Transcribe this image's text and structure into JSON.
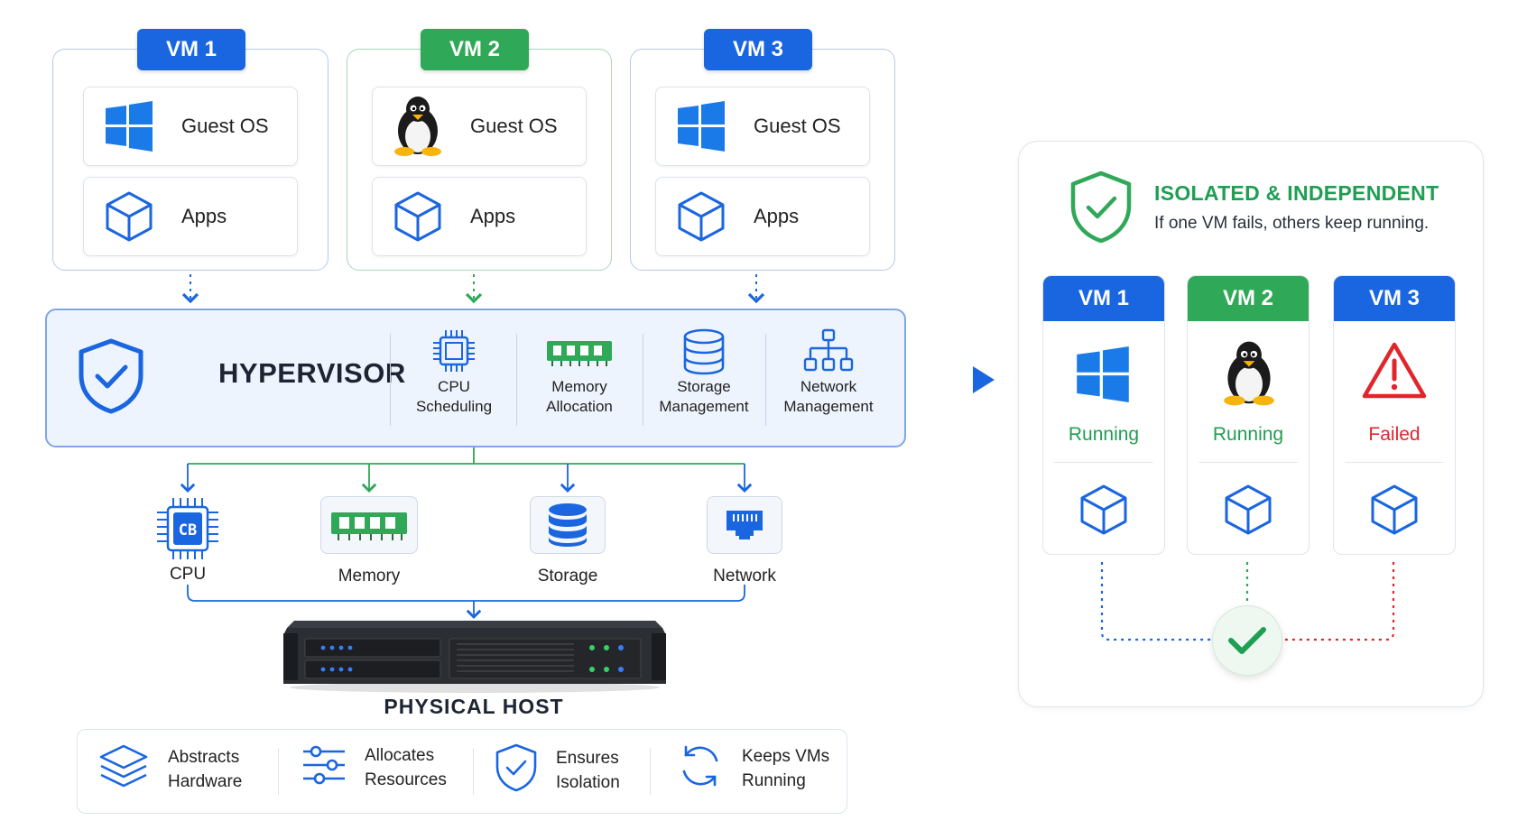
{
  "vms": [
    {
      "tag": "VM 1",
      "os_label": "Guest OS",
      "apps_label": "Apps",
      "os_icon": "windows-logo-icon",
      "color": "#1a66e0"
    },
    {
      "tag": "VM 2",
      "os_label": "Guest OS",
      "apps_label": "Apps",
      "os_icon": "linux-penguin-icon",
      "color": "#2fa857"
    },
    {
      "tag": "VM 3",
      "os_label": "Guest OS",
      "apps_label": "Apps",
      "os_icon": "windows-logo-icon",
      "color": "#1a66e0"
    }
  ],
  "hypervisor": {
    "title": "HYPERVISOR",
    "functions": [
      {
        "label_1": "CPU",
        "label_2": "Scheduling",
        "icon": "cpu-chip-icon"
      },
      {
        "label_1": "Memory",
        "label_2": "Allocation",
        "icon": "memory-module-icon"
      },
      {
        "label_1": "Storage",
        "label_2": "Management",
        "icon": "database-icon"
      },
      {
        "label_1": "Network",
        "label_2": "Management",
        "icon": "network-tree-icon"
      }
    ]
  },
  "resources": [
    {
      "label": "CPU",
      "icon": "cpu-chip-icon"
    },
    {
      "label": "Memory",
      "icon": "memory-module-icon"
    },
    {
      "label": "Storage",
      "icon": "database-icon"
    },
    {
      "label": "Network",
      "icon": "ethernet-port-icon"
    }
  ],
  "host": {
    "title": "PHYSICAL HOST",
    "icon": "rack-server-icon"
  },
  "features": [
    {
      "line_1": "Abstracts",
      "line_2": "Hardware",
      "icon": "layers-icon"
    },
    {
      "line_1": "Allocates",
      "line_2": "Resources",
      "icon": "sliders-icon"
    },
    {
      "line_1": "Ensures",
      "line_2": "Isolation",
      "icon": "shield-check-icon"
    },
    {
      "line_1": "Keeps VMs",
      "line_2": "Running",
      "icon": "refresh-icon"
    }
  ],
  "isolation": {
    "title": "ISOLATED & INDEPENDENT",
    "subtitle": "If one VM fails, others keep running.",
    "vms": [
      {
        "tag": "VM 1",
        "status": "Running",
        "status_color": "#1e9f52",
        "icon": "windows-logo-icon"
      },
      {
        "tag": "VM 2",
        "status": "Running",
        "status_color": "#1e9f52",
        "icon": "linux-penguin-icon"
      },
      {
        "tag": "VM 3",
        "status": "Failed",
        "status_color": "#e0262c",
        "icon": "warning-triangle-icon"
      }
    ]
  },
  "colors": {
    "blue": "#1a66e0",
    "green": "#2fa857",
    "red": "#e0262c",
    "hypervisor_bg": "#eef4fd"
  }
}
